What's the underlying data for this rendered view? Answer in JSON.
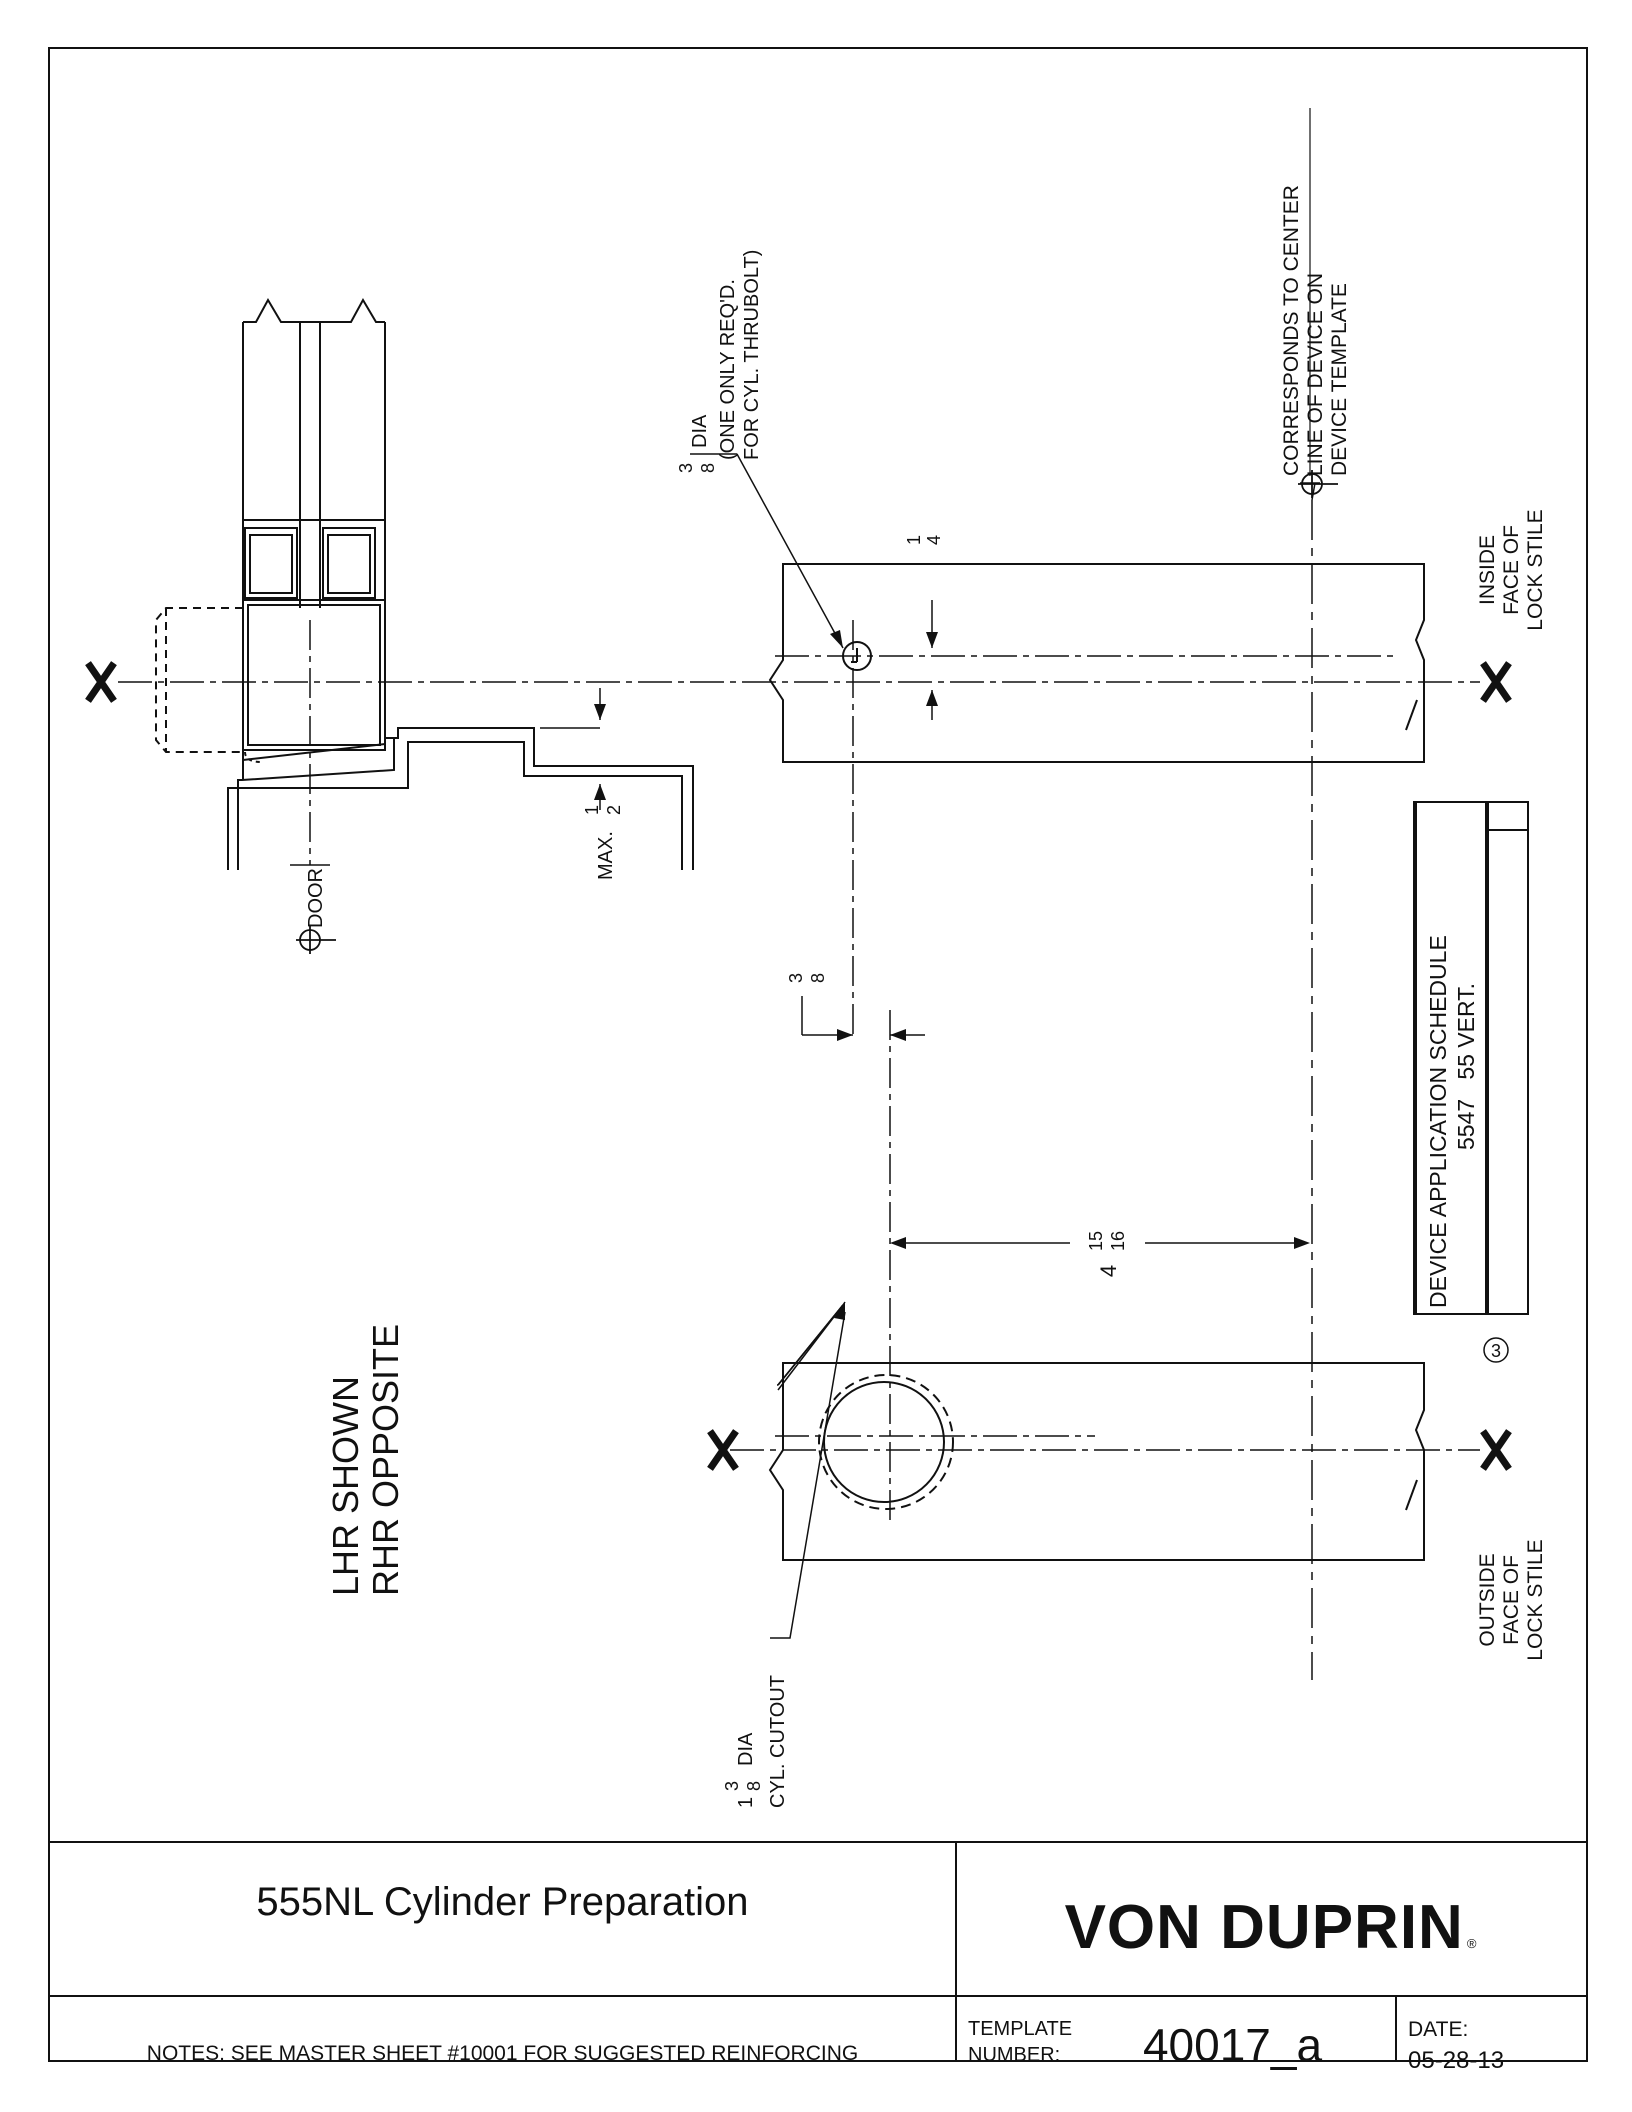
{
  "title_block": {
    "title": "555NL Cylinder Preparation",
    "brand": "VON DUPRIN",
    "brand_mark": "®",
    "notes": "NOTES: SEE MASTER SHEET #10001 FOR SUGGESTED REINFORCING",
    "template_label_line1": "TEMPLATE",
    "template_label_line2": "NUMBER:",
    "template_number": "40017_a",
    "date_label": "DATE:",
    "date_value": "05-28-13"
  },
  "labels": {
    "door_center": "DOOR",
    "max_label": "MAX.",
    "max_whole": "",
    "max_num": "1",
    "max_den": "2",
    "hole_small_num": "3",
    "hole_small_den": "8",
    "hole_small_dia": "DIA",
    "hole_small_note1": "(ONE ONLY REQ'D.",
    "hole_small_note2": "FOR CYL. THRUBOLT)",
    "offset_quarter_num": "1",
    "offset_quarter_den": "4",
    "offset_38_num": "3",
    "offset_38_den": "8",
    "center_note1": "CORRESPONDS TO CENTER",
    "center_note2": "LINE OF DEVICE ON",
    "center_note3": "DEVICE TEMPLATE",
    "inside_face1": "INSIDE",
    "inside_face2": "FACE OF",
    "inside_face3": "LOCK STILE",
    "outside_face1": "OUTSIDE",
    "outside_face2": "FACE OF",
    "outside_face3": "LOCK STILE",
    "dim_main_whole": "4",
    "dim_main_num": "15",
    "dim_main_den": "16",
    "hand_line1": "LHR SHOWN",
    "hand_line2": "RHR OPPOSITE",
    "cutout_whole": "1",
    "cutout_num": "3",
    "cutout_den": "8",
    "cutout_dia": "DIA",
    "cutout_note": "CYL. CUTOUT",
    "schedule_title": "DEVICE APPLICATION SCHEDULE",
    "schedule_row": "5547   55 VERT.",
    "circled_ref": "3",
    "x_mark": "X"
  }
}
